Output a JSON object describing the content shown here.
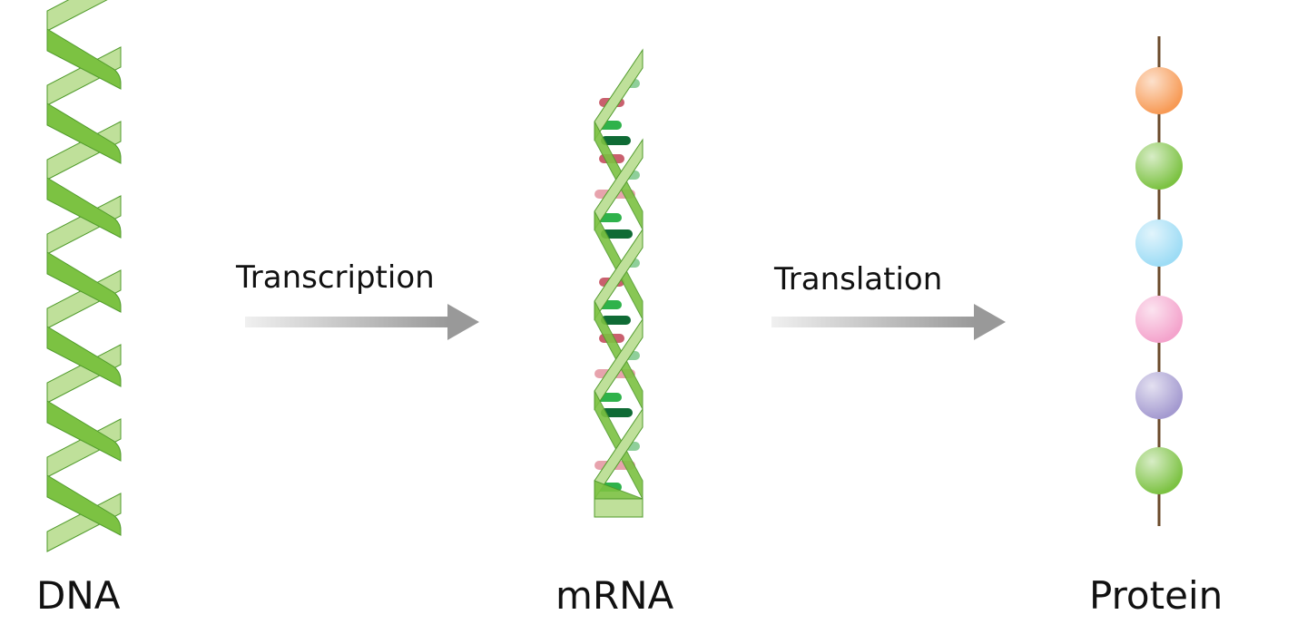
{
  "stages": {
    "dna": "DNA",
    "mrna": "mRNA",
    "protein": "Protein"
  },
  "processes": {
    "transcription": "Transcription",
    "translation": "Translation"
  },
  "colors": {
    "helix_dark": "#7cc242",
    "helix_light": "#bfe09a",
    "helix_stroke": "#4f9a2a",
    "rung_pink": "#c9606e",
    "rung_light_pink": "#e7a3ad",
    "rung_green": "#2fb24b",
    "rung_dark_green": "#0f6b35",
    "rung_light_green": "#8fcf9a",
    "chain": "#6b4a2a",
    "arrow": "#999999"
  },
  "amino_acids": [
    "#f79a55",
    "#7cc242",
    "#9ddcf5",
    "#f4a3cc",
    "#a49ad0",
    "#7cc242"
  ]
}
